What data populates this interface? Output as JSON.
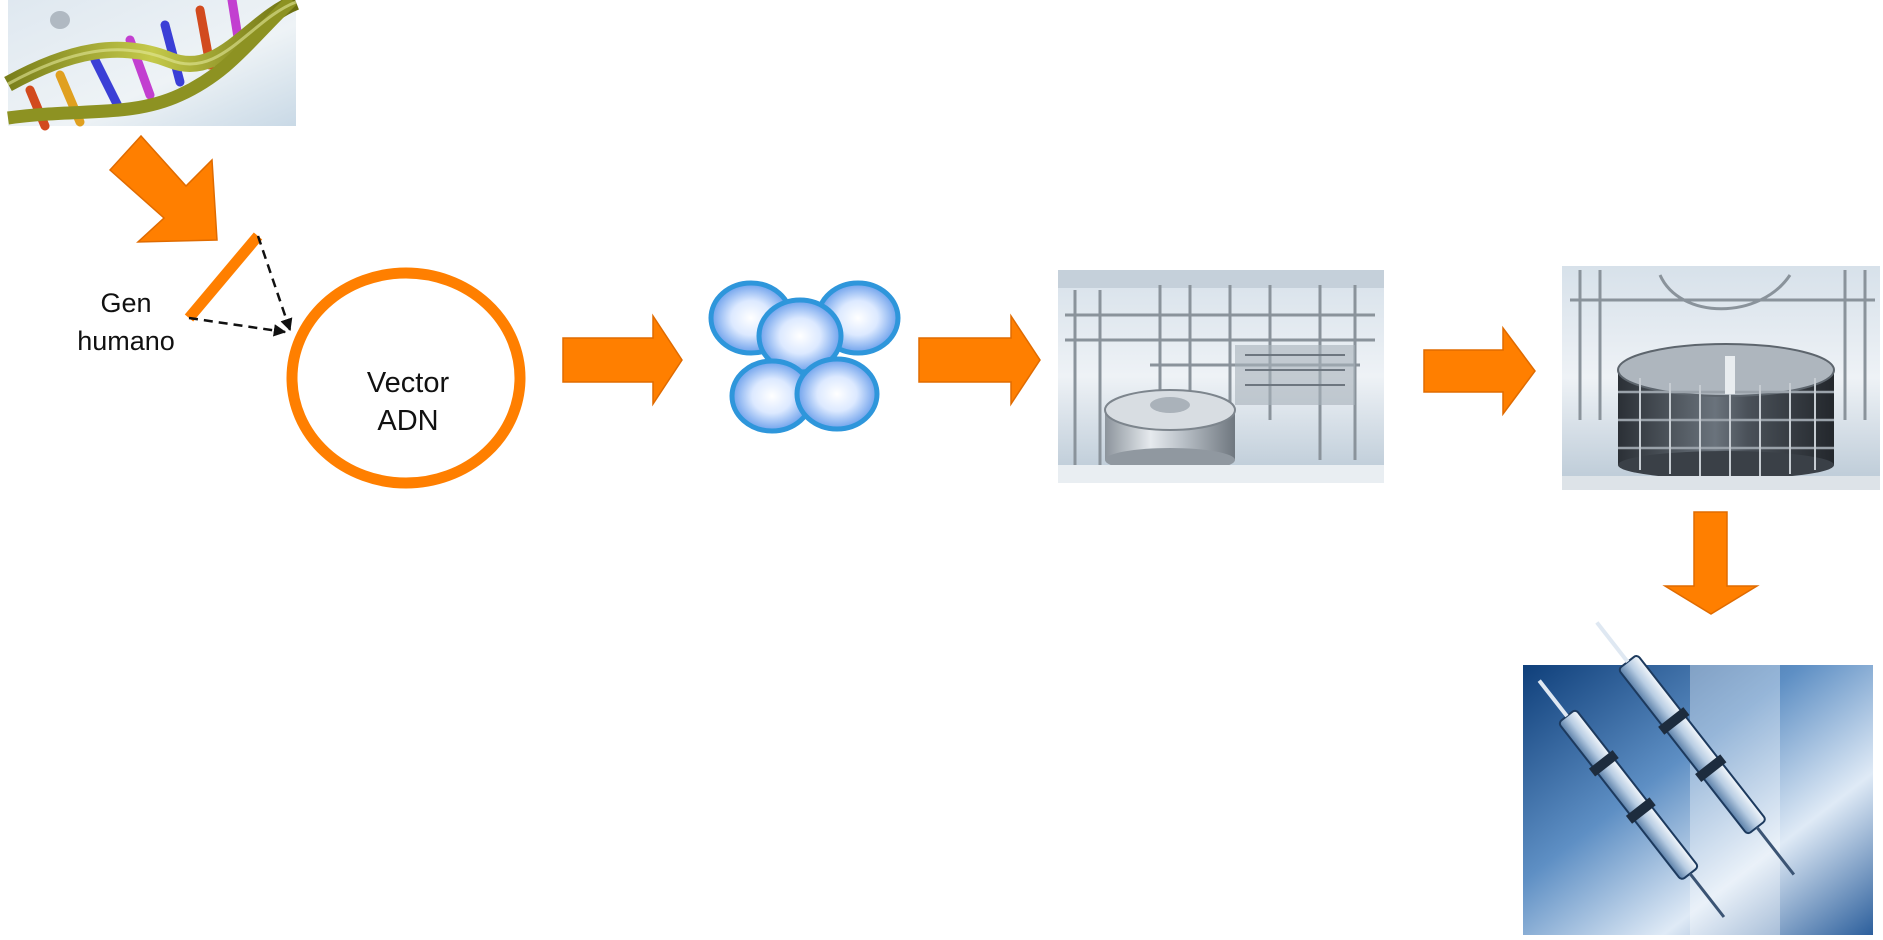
{
  "diagram": {
    "gene_label_line1": "Gen",
    "gene_label_line2": "humano",
    "vector_label_line1": "Vector",
    "vector_label_line2": "ADN"
  },
  "images": {
    "dna": "dna-double-helix-image",
    "bioreactor": "bioreactor-plant-image",
    "purification": "purification-tank-image",
    "syringes": "syringes-image"
  },
  "colors": {
    "arrow": "#FF7F00",
    "arrow_stroke": "#E06B00",
    "cell_fill_center": "#FFFFFF",
    "cell_fill_mid": "#8FB8F0",
    "cell_stroke": "#2E96DB",
    "line": "#111111"
  }
}
